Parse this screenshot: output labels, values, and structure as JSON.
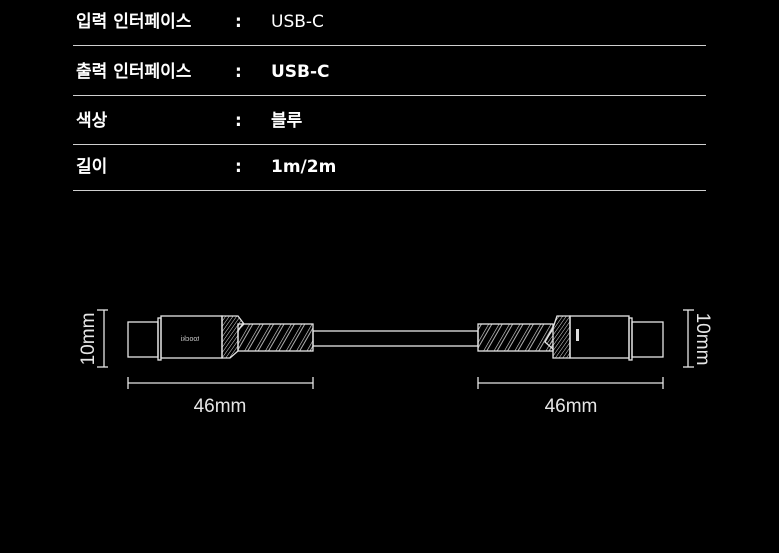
{
  "specs": [
    {
      "label": "입력 인터페이스",
      "sep": ":",
      "value": "USB-C"
    },
    {
      "label": "출력 인터페이스",
      "sep": ":",
      "value": "USB-C"
    },
    {
      "label": "색상",
      "sep": ":",
      "value": "블루"
    },
    {
      "label": "길이",
      "sep": ":",
      "value": "1m/2m"
    }
  ],
  "diagram": {
    "left_height": "10mm",
    "right_height": "10mm",
    "left_length": "46mm",
    "right_length": "46mm",
    "brand_logo": "toocki"
  },
  "colors": {
    "background": "#000000",
    "line": "#e6e6e6"
  }
}
